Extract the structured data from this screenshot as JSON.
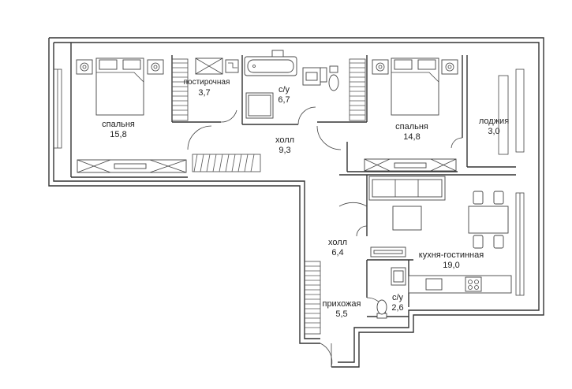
{
  "rooms": [
    {
      "id": "bedroom1",
      "name": "спальня",
      "area": "15,8"
    },
    {
      "id": "dressing",
      "name": "постирочная",
      "area": "3,7"
    },
    {
      "id": "bath1",
      "name": "с/у",
      "area": "6,7"
    },
    {
      "id": "hall1",
      "name": "холл",
      "area": "9,3"
    },
    {
      "id": "bedroom2",
      "name": "спальня",
      "area": "14,8"
    },
    {
      "id": "loggia",
      "name": "лоджия",
      "area": "3,0"
    },
    {
      "id": "hall2",
      "name": "холл",
      "area": "6,4"
    },
    {
      "id": "kitchen",
      "name": "кухня-гостинная",
      "area": "19,0"
    },
    {
      "id": "entry",
      "name": "прихожая",
      "area": "5,5"
    },
    {
      "id": "bath2",
      "name": "с/у",
      "area": "2,6"
    }
  ]
}
